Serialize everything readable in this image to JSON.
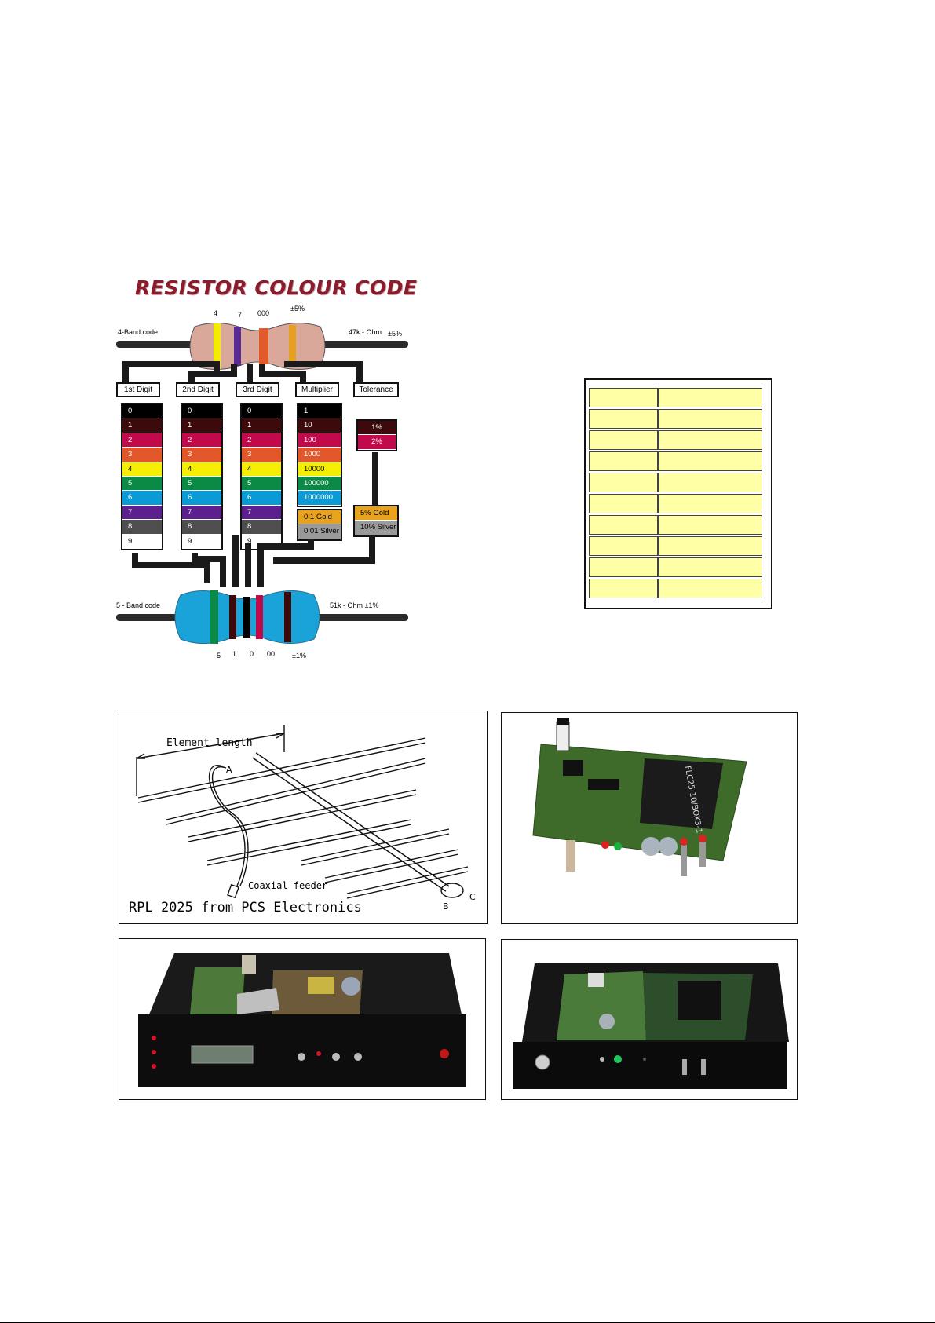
{
  "chart": {
    "title": "RESISTOR COLOUR CODE",
    "top_label": "4-Band code",
    "top_value": "47k - Ohm",
    "top_tol": "±5%",
    "top_digits": [
      "4",
      "7",
      "000",
      "±5%"
    ],
    "bottom_label": "5 - Band code",
    "bottom_value": "51k - Ohm ±1%",
    "bottom_digits": [
      "5",
      "1",
      "0",
      "00",
      "±1%"
    ],
    "headers": [
      "1st Digit",
      "2nd Digit",
      "3rd Digit",
      "Multiplier",
      "Tolerance"
    ],
    "digits": [
      "0",
      "1",
      "2",
      "3",
      "4",
      "5",
      "6",
      "7",
      "8",
      "9"
    ],
    "digit_colors": [
      "#000000",
      "#3c0a0a",
      "#c2094c",
      "#e2572a",
      "#f6ee02",
      "#0b8a46",
      "#0a9bd6",
      "#5b1f8e",
      "#4e4e4e",
      "#ffffff"
    ],
    "multipliers": [
      "1",
      "10",
      "100",
      "1000",
      "10000",
      "100000",
      "1000000"
    ],
    "mult_gold": "0.1 Gold",
    "mult_silver": "0.01 Silver",
    "tolerance": [
      "1%",
      "2%"
    ],
    "tol_gold": "5% Gold",
    "tol_silver": "10% Silver"
  },
  "yellow_table": {
    "rows": 10
  },
  "photos": {
    "antenna_element_length": "Element length",
    "antenna_coax": "Coaxial feeder",
    "antenna_a": "A",
    "antenna_b": "B",
    "antenna_c": "C",
    "antenna_caption": "RPL 2025 from PCS Electronics",
    "pcb_module_text": "FLC25 10/BOX3-1"
  }
}
